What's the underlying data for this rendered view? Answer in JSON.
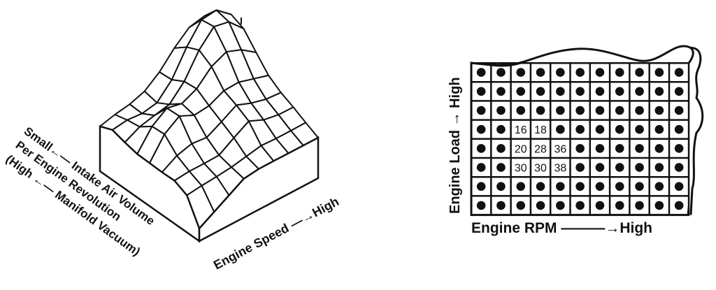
{
  "surface_diagram": {
    "axis_air_line1": "Small←— Intake Air Volume",
    "axis_air_line2": "Per Engine Revolution",
    "axis_air_line3": "(High ←— Manifold Vacuum)",
    "axis_speed": "Engine Speed —→High"
  },
  "map_grid": {
    "y_label": "Engine Load → High",
    "x_label": "Engine RPM ———→High",
    "rows": [
      [
        null,
        null,
        null,
        null,
        null,
        null,
        null,
        null,
        null,
        null,
        null
      ],
      [
        null,
        null,
        null,
        null,
        null,
        null,
        null,
        null,
        null,
        null,
        null
      ],
      [
        null,
        null,
        null,
        null,
        null,
        null,
        null,
        null,
        null,
        null,
        null
      ],
      [
        null,
        null,
        "16",
        "18",
        null,
        null,
        null,
        null,
        null,
        null,
        null
      ],
      [
        null,
        null,
        "20",
        "28",
        "36",
        null,
        null,
        null,
        null,
        null,
        null
      ],
      [
        null,
        null,
        "30",
        "30",
        "38",
        null,
        null,
        null,
        null,
        null,
        null
      ],
      [
        null,
        null,
        null,
        null,
        null,
        null,
        null,
        null,
        null,
        null,
        null
      ],
      [
        null,
        null,
        null,
        null,
        null,
        null,
        null,
        null,
        null,
        null,
        null
      ]
    ]
  }
}
